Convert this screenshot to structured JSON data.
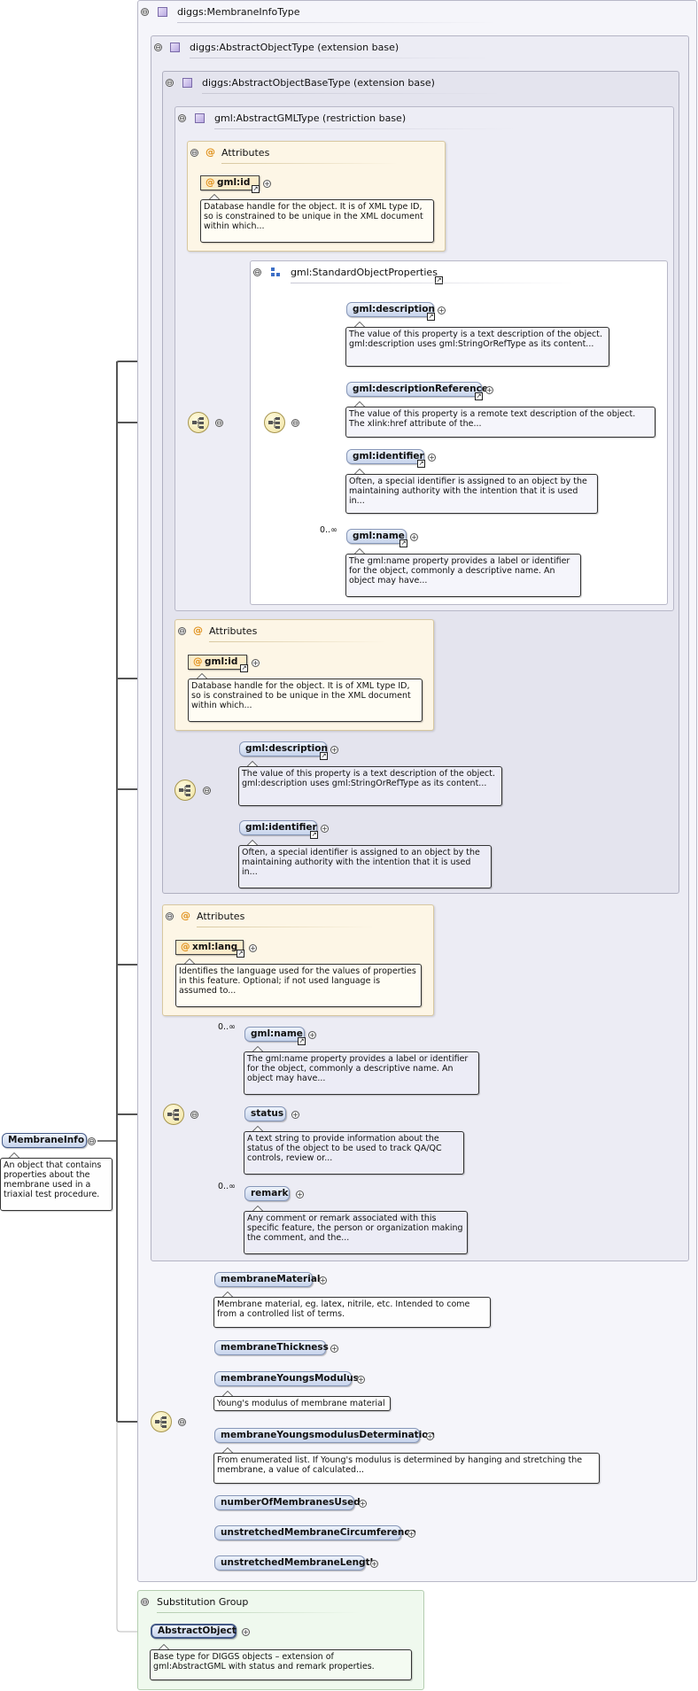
{
  "root": {
    "label": "MembraneInfo",
    "doc": "An object that contains properties about the membrane used in a triaxial test procedure."
  },
  "type_title": "diggs:MembraneInfoType",
  "ext1_title": "diggs:AbstractObjectType (extension base)",
  "ext2_title": "diggs:AbstractObjectBaseType (extension base)",
  "restr_title": "gml:AbstractGMLType (restriction base)",
  "attributes_title": "Attributes",
  "gml_id": {
    "label": "gml:id",
    "doc": "Database handle for the object. It is of XML type ID, so is constrained to be unique in the XML document within which..."
  },
  "std_props": {
    "title": "gml:StandardObjectProperties",
    "items": [
      {
        "label": "gml:description",
        "doc": "The value of this property is a text description of the object. gml:description uses gml:StringOrRefType as its content..."
      },
      {
        "label": "gml:descriptionReference",
        "doc": "The value of this property is a remote text description of the object. The xlink:href attribute of the..."
      },
      {
        "label": "gml:identifier",
        "doc": "Often, a special identifier is assigned to an object by the maintaining authority with the intention that it is used in..."
      },
      {
        "label": "gml:name",
        "card": "0..∞",
        "doc": "The gml:name property provides a label or identifier for the object, commonly a descriptive name. An object may have..."
      }
    ]
  },
  "base_seq": [
    {
      "label": "gml:description",
      "doc": "The value of this property is a text description of the object. gml:description uses gml:StringOrRefType as its content..."
    },
    {
      "label": "gml:identifier",
      "doc": "Often, a special identifier is assigned to an object by the maintaining authority with the intention that it is used in..."
    }
  ],
  "xml_lang": {
    "label": "xml:lang",
    "doc": "Identifies the language used for the values of properties in this feature. Optional; if not used language is assumed to..."
  },
  "obj_seq": [
    {
      "label": "gml:name",
      "card": "0..∞",
      "doc": "The gml:name property provides a label or identifier for the object, commonly a descriptive name. An object may have..."
    },
    {
      "label": "status",
      "doc": "A text string to provide information about the status of the object to be used to track QA/QC controls, review or..."
    },
    {
      "label": "remark",
      "card": "0..∞",
      "doc": "Any comment or remark associated with this specific feature, the person or organization making the comment, and the..."
    }
  ],
  "membrane_seq": [
    {
      "label": "membraneMaterial",
      "doc": "Membrane material, eg. latex, nitrile, etc. Intended to come from a controlled list of terms."
    },
    {
      "label": "membraneThickness"
    },
    {
      "label": "membraneYoungsModulus",
      "doc": "Young's modulus of membrane material"
    },
    {
      "label": "membraneYoungsmodulusDetermination",
      "doc": "From enumerated list. If Young's modulus is determined by hanging and stretching the membrane, a value of calculated..."
    },
    {
      "label": "numberOfMembranesUsed"
    },
    {
      "label": "unstretchedMembraneCircumference"
    },
    {
      "label": "unstretchedMembraneLength"
    }
  ],
  "subst": {
    "title": "Substitution Group",
    "label": "AbstractObject",
    "doc": "Base type for DIGGS objects – extension of gml:AbstractGML with status and remark properties."
  },
  "symbols": {
    "collapse": "⊖",
    "expand": "+",
    "attr": "@",
    "ref_arrow": "↗"
  }
}
